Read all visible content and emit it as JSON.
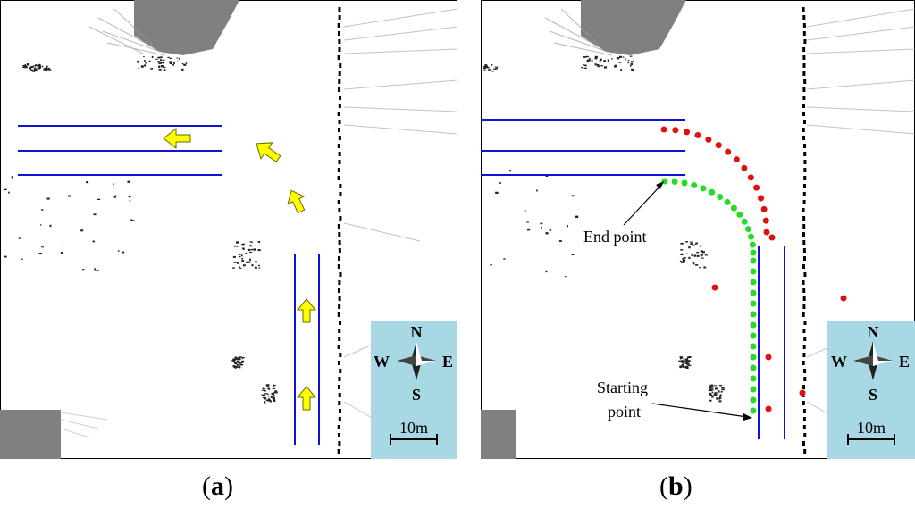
{
  "panels": [
    {
      "id": "a",
      "caption_open": "(",
      "caption_letter": "a",
      "caption_close": ")"
    },
    {
      "id": "b",
      "caption_open": "(",
      "caption_letter": "b",
      "caption_close": ")",
      "labels": {
        "end_point": "End point",
        "starting_point_line1": "Starting",
        "starting_point_line2": "point"
      }
    }
  ],
  "compass": {
    "north": "N",
    "south": "S",
    "east": "E",
    "west": "W",
    "scale": "10m"
  },
  "colors": {
    "lane_line": "#1010d8",
    "arrow_fill": "#ffff00",
    "arrow_stroke": "#6a6a00",
    "red_dot": "#e01010",
    "green_dot": "#22dd22",
    "compass_bg": "#a8d8e4",
    "obstacle_gray": "#808080"
  }
}
